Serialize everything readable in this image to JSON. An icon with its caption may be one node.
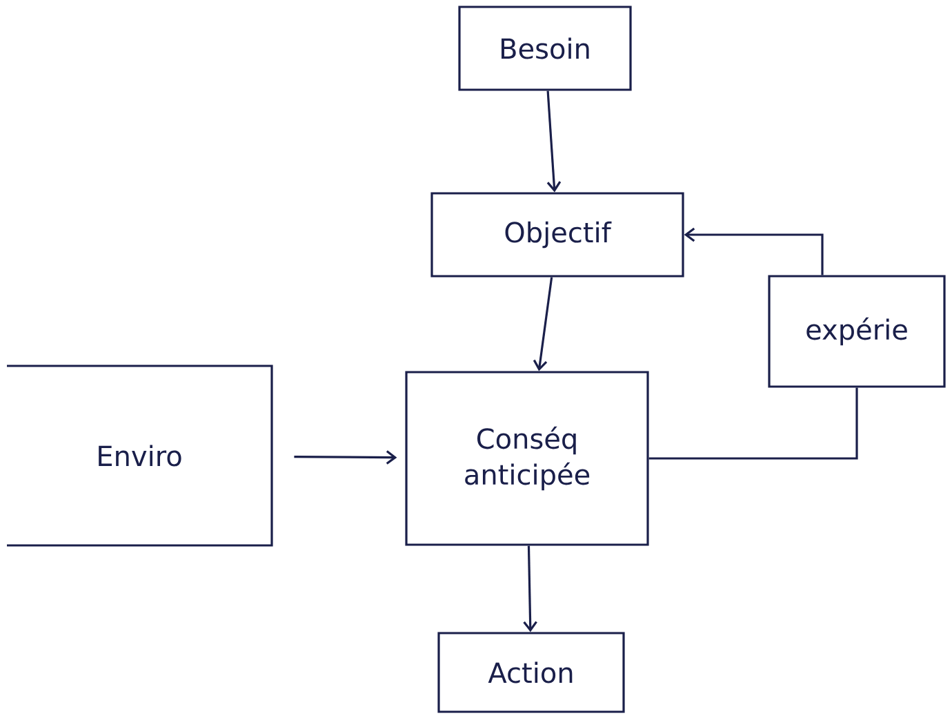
{
  "diagram": {
    "nodes": [
      {
        "text": [
          "Besoin"
        ]
      },
      {
        "text": [
          "Objectif"
        ]
      },
      {
        "text": [
          "expérie"
        ]
      },
      {
        "text": [
          "Enviro"
        ]
      },
      {
        "text": [
          "Conséq anticipée"
        ]
      },
      {
        "text": [
          "Action"
        ]
      }
    ],
    "edges": [
      {
        "from": 0,
        "to": 1,
        "arrow": "to"
      },
      {
        "from": 1,
        "to": 4,
        "arrow": "to"
      },
      {
        "from": 3,
        "to": 4,
        "arrow": "to"
      },
      {
        "from": 4,
        "to": 2,
        "arrow": "none"
      },
      {
        "from": 2,
        "to": 1,
        "arrow": "to"
      },
      {
        "from": 4,
        "to": 5,
        "arrow": "to"
      }
    ]
  }
}
